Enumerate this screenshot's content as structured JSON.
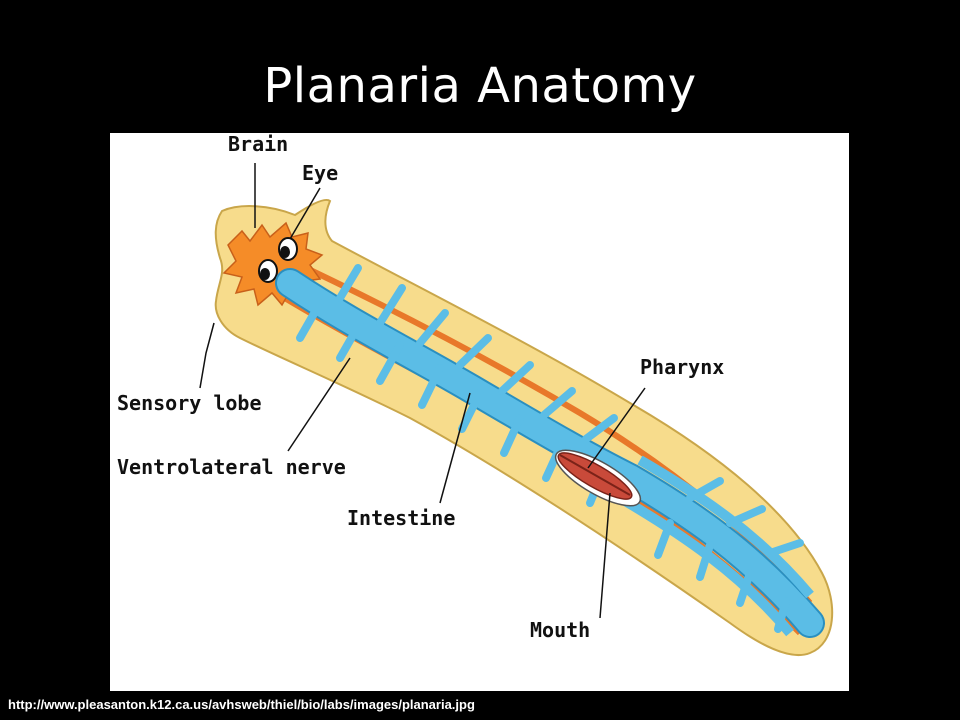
{
  "slide": {
    "title": "Planaria Anatomy",
    "source_url": "http://www.pleasanton.k12.ca.us/avhsweb/thiel/bio/labs/images/planaria.jpg"
  },
  "diagram": {
    "labels": {
      "brain": "Brain",
      "eye": "Eye",
      "sensory_lobe": "Sensory lobe",
      "ventrolateral_nerve": "Ventrolateral nerve",
      "intestine": "Intestine",
      "pharynx": "Pharynx",
      "mouth": "Mouth"
    },
    "colors": {
      "body": "#f7dc8c",
      "body_outline": "#c9a64a",
      "brain": "#f58c28",
      "nerve": "#e8782a",
      "intestine": "#5bbde6",
      "intestine_outline": "#2a8fc0",
      "pharynx": "#c94a3a"
    }
  }
}
